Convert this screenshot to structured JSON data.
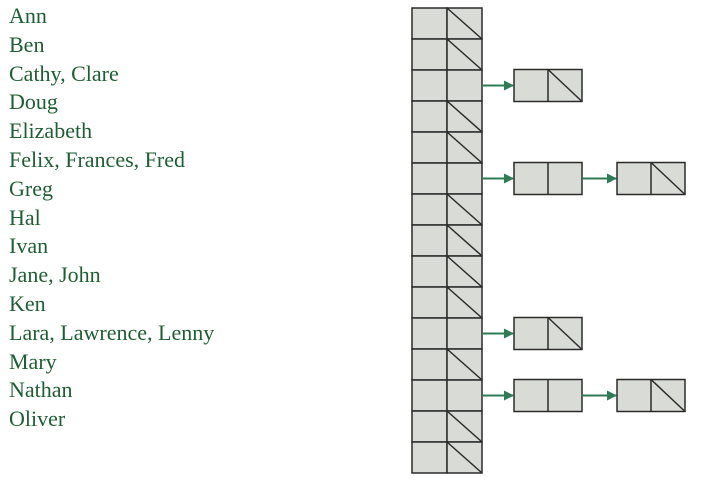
{
  "names": [
    "Ann",
    "Ben",
    "Cathy, Clare",
    "Doug",
    "Elizabeth",
    "Felix, Frances, Fred",
    "Greg",
    "Hal",
    "Ivan",
    "Jane, John",
    "Ken",
    "Lara, Lawrence, Lenny",
    "Mary",
    "Nathan",
    "Oliver"
  ],
  "buckets": [
    {
      "chain_length": 0
    },
    {
      "chain_length": 0
    },
    {
      "chain_length": 1
    },
    {
      "chain_length": 0
    },
    {
      "chain_length": 0
    },
    {
      "chain_length": 2
    },
    {
      "chain_length": 0
    },
    {
      "chain_length": 0
    },
    {
      "chain_length": 0
    },
    {
      "chain_length": 0
    },
    {
      "chain_length": 1
    },
    {
      "chain_length": 0
    },
    {
      "chain_length": 2
    },
    {
      "chain_length": 0
    },
    {
      "chain_length": 0
    }
  ],
  "colors": {
    "cell_fill": "#d9dbd7",
    "cell_stroke": "#2b2b2b",
    "arrow": "#2f7a57",
    "text": "#1f5e34"
  }
}
